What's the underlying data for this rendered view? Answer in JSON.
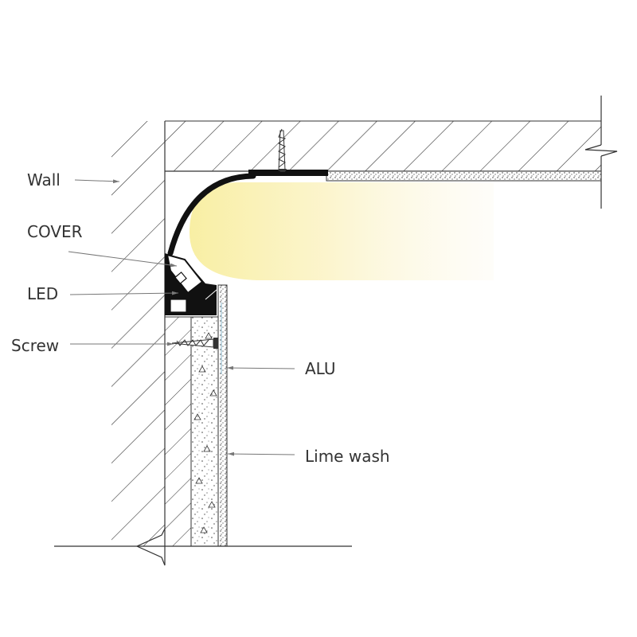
{
  "labels": {
    "wall": "Wall",
    "cover": "COVER",
    "led": "LED",
    "screw": "Screw",
    "alu": "ALU",
    "lime_wash": "Lime wash"
  },
  "colors": {
    "line": "#333333",
    "profile": "#111111",
    "glow": "#fbf3c4",
    "lime_wash": "#9ec4d6"
  }
}
